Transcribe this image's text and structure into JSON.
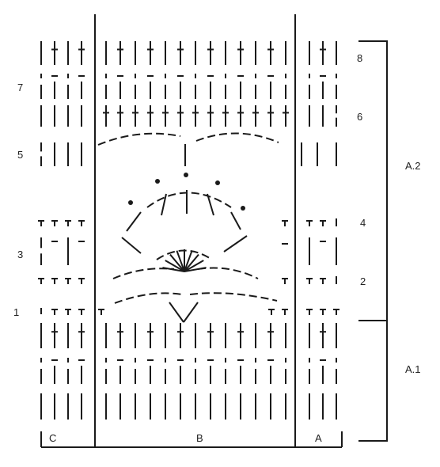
{
  "diagram": {
    "row_labels": {
      "left": [
        "7",
        "5",
        "3",
        "1"
      ],
      "right": [
        "8",
        "6",
        "4",
        "2"
      ]
    },
    "column_labels": [
      "C",
      "B",
      "A"
    ],
    "section_labels": [
      "A.2",
      "A.1"
    ],
    "colors": {
      "ink": "#1a1a1a",
      "background": "#ffffff"
    }
  }
}
